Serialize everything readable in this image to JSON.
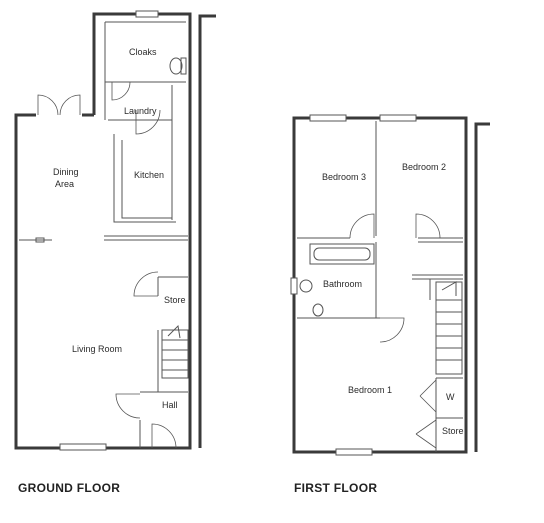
{
  "ground_floor": {
    "title": "GROUND FLOOR",
    "rooms": {
      "cloaks": "Cloaks",
      "laundry": "Laundry",
      "dining": "Dining",
      "area": "Area",
      "kitchen": "Kitchen",
      "store": "Store",
      "living_room": "Living Room",
      "hall": "Hall"
    }
  },
  "first_floor": {
    "title": "FIRST FLOOR",
    "rooms": {
      "bedroom3": "Bedroom 3",
      "bedroom2": "Bedroom 2",
      "bathroom": "Bathroom",
      "bedroom1": "Bedroom 1",
      "wardrobe": "W",
      "store": "Store"
    }
  }
}
